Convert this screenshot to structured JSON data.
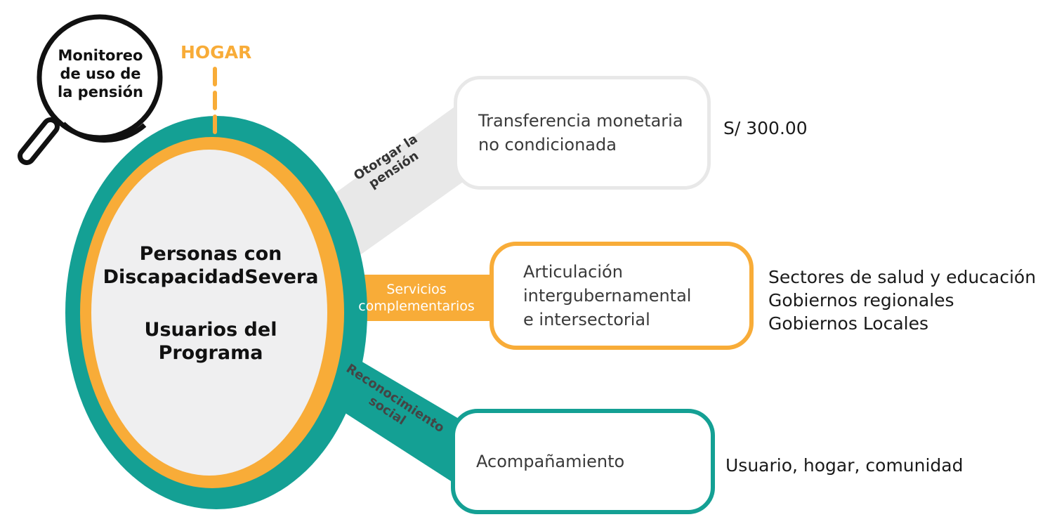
{
  "colors": {
    "teal": "#14a094",
    "orange": "#f8ac38",
    "light_gray": "#e8e8e8",
    "circle_fill": "#efeff0",
    "dark_text": "#1a1a1a"
  },
  "magnifier": {
    "label_line1": "Monitoreo",
    "label_line2": "de uso de",
    "label_line3": "la pensión"
  },
  "hogar": {
    "label": "HOGAR"
  },
  "center": {
    "title_line1": "Personas con",
    "title_line2": "DiscapacidadSevera",
    "subtitle_line1": "Usuarios del",
    "subtitle_line2": "Programa"
  },
  "branches": {
    "top": {
      "connector_line1": "Otorgar la",
      "connector_line2": "pensión",
      "box_line1": "Transferencia monetaria",
      "box_line2": "no condicionada",
      "side_text": "S/ 300.00"
    },
    "middle": {
      "connector_line1": "Servicios",
      "connector_line2": "complementarios",
      "box_line1": "Articulación",
      "box_line2": "intergubernamental",
      "box_line3": "e intersectorial",
      "side_line1": "Sectores de salud y educación",
      "side_line2": "Gobiernos regionales",
      "side_line3": "Gobiernos Locales"
    },
    "bottom": {
      "connector_line1": "Reconocimiento",
      "connector_line2": "social",
      "box_label": "Acompañamiento",
      "side_text": "Usuario, hogar, comunidad"
    }
  }
}
